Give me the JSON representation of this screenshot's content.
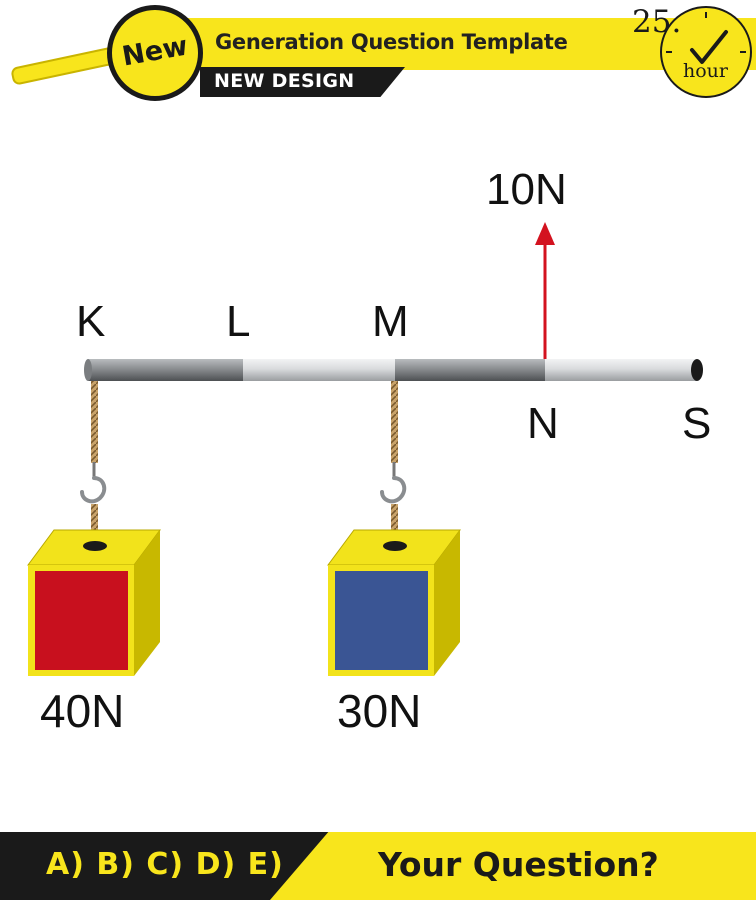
{
  "header": {
    "badge": "New",
    "title": "Generation Question Template",
    "subtitle": "NEW DESIGN",
    "clock_number": "25.",
    "clock_label": "hour"
  },
  "diagram": {
    "points": {
      "K": "K",
      "L": "L",
      "M": "M",
      "N": "N",
      "S": "S"
    },
    "force_label": "10N",
    "weight_left": "40N",
    "weight_right": "30N",
    "colors": {
      "red_box": "#c8101e",
      "blue_box": "#3a5594",
      "box_frame": "#f2e31b",
      "force_arrow": "#d3121f",
      "rod_dark": "#8a8d90",
      "rod_light": "#d9dbdd"
    }
  },
  "footer": {
    "options": "A) B) C) D) E)",
    "question": "Your Question?"
  }
}
